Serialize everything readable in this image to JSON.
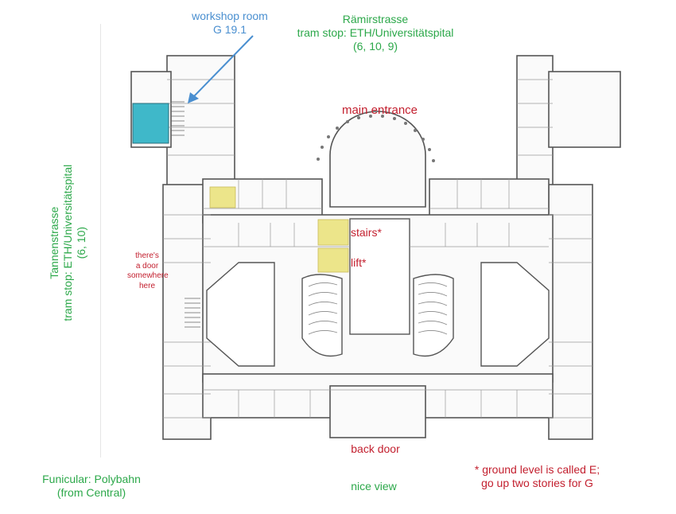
{
  "labels": {
    "workshop_room": "workshop room",
    "workshop_room_code": "G 19.1",
    "street_top": "Rämirstrasse",
    "tram_top": "tram stop: ETH/Universitätspital",
    "tram_top_lines": "(6, 10, 9)",
    "main_entrance": "main entrance",
    "stairs": "stairs*",
    "lift": "lift*",
    "door_l1": "there's",
    "door_l2": "a door",
    "door_l3": "somewhere",
    "door_l4": "here",
    "street_left": "Tannenstrasse",
    "tram_left": "tram stop: ETH/Universitätspital",
    "tram_left_lines": "(6, 10)",
    "back_door": "back door",
    "funicular": "Funicular: Polybahn",
    "funicular_from": "(from Central)",
    "nice_view": "nice view",
    "note_line1": "* ground level is called E;",
    "note_line2": "go up two stories for G"
  },
  "colors": {
    "label_green": "#2ca84a",
    "label_red": "#c3202f",
    "label_blue": "#4a8fd0",
    "workshop_room_fill": "#3fb8c9",
    "stairs_lift_fill": "#ece58a",
    "walls": "#555555"
  }
}
